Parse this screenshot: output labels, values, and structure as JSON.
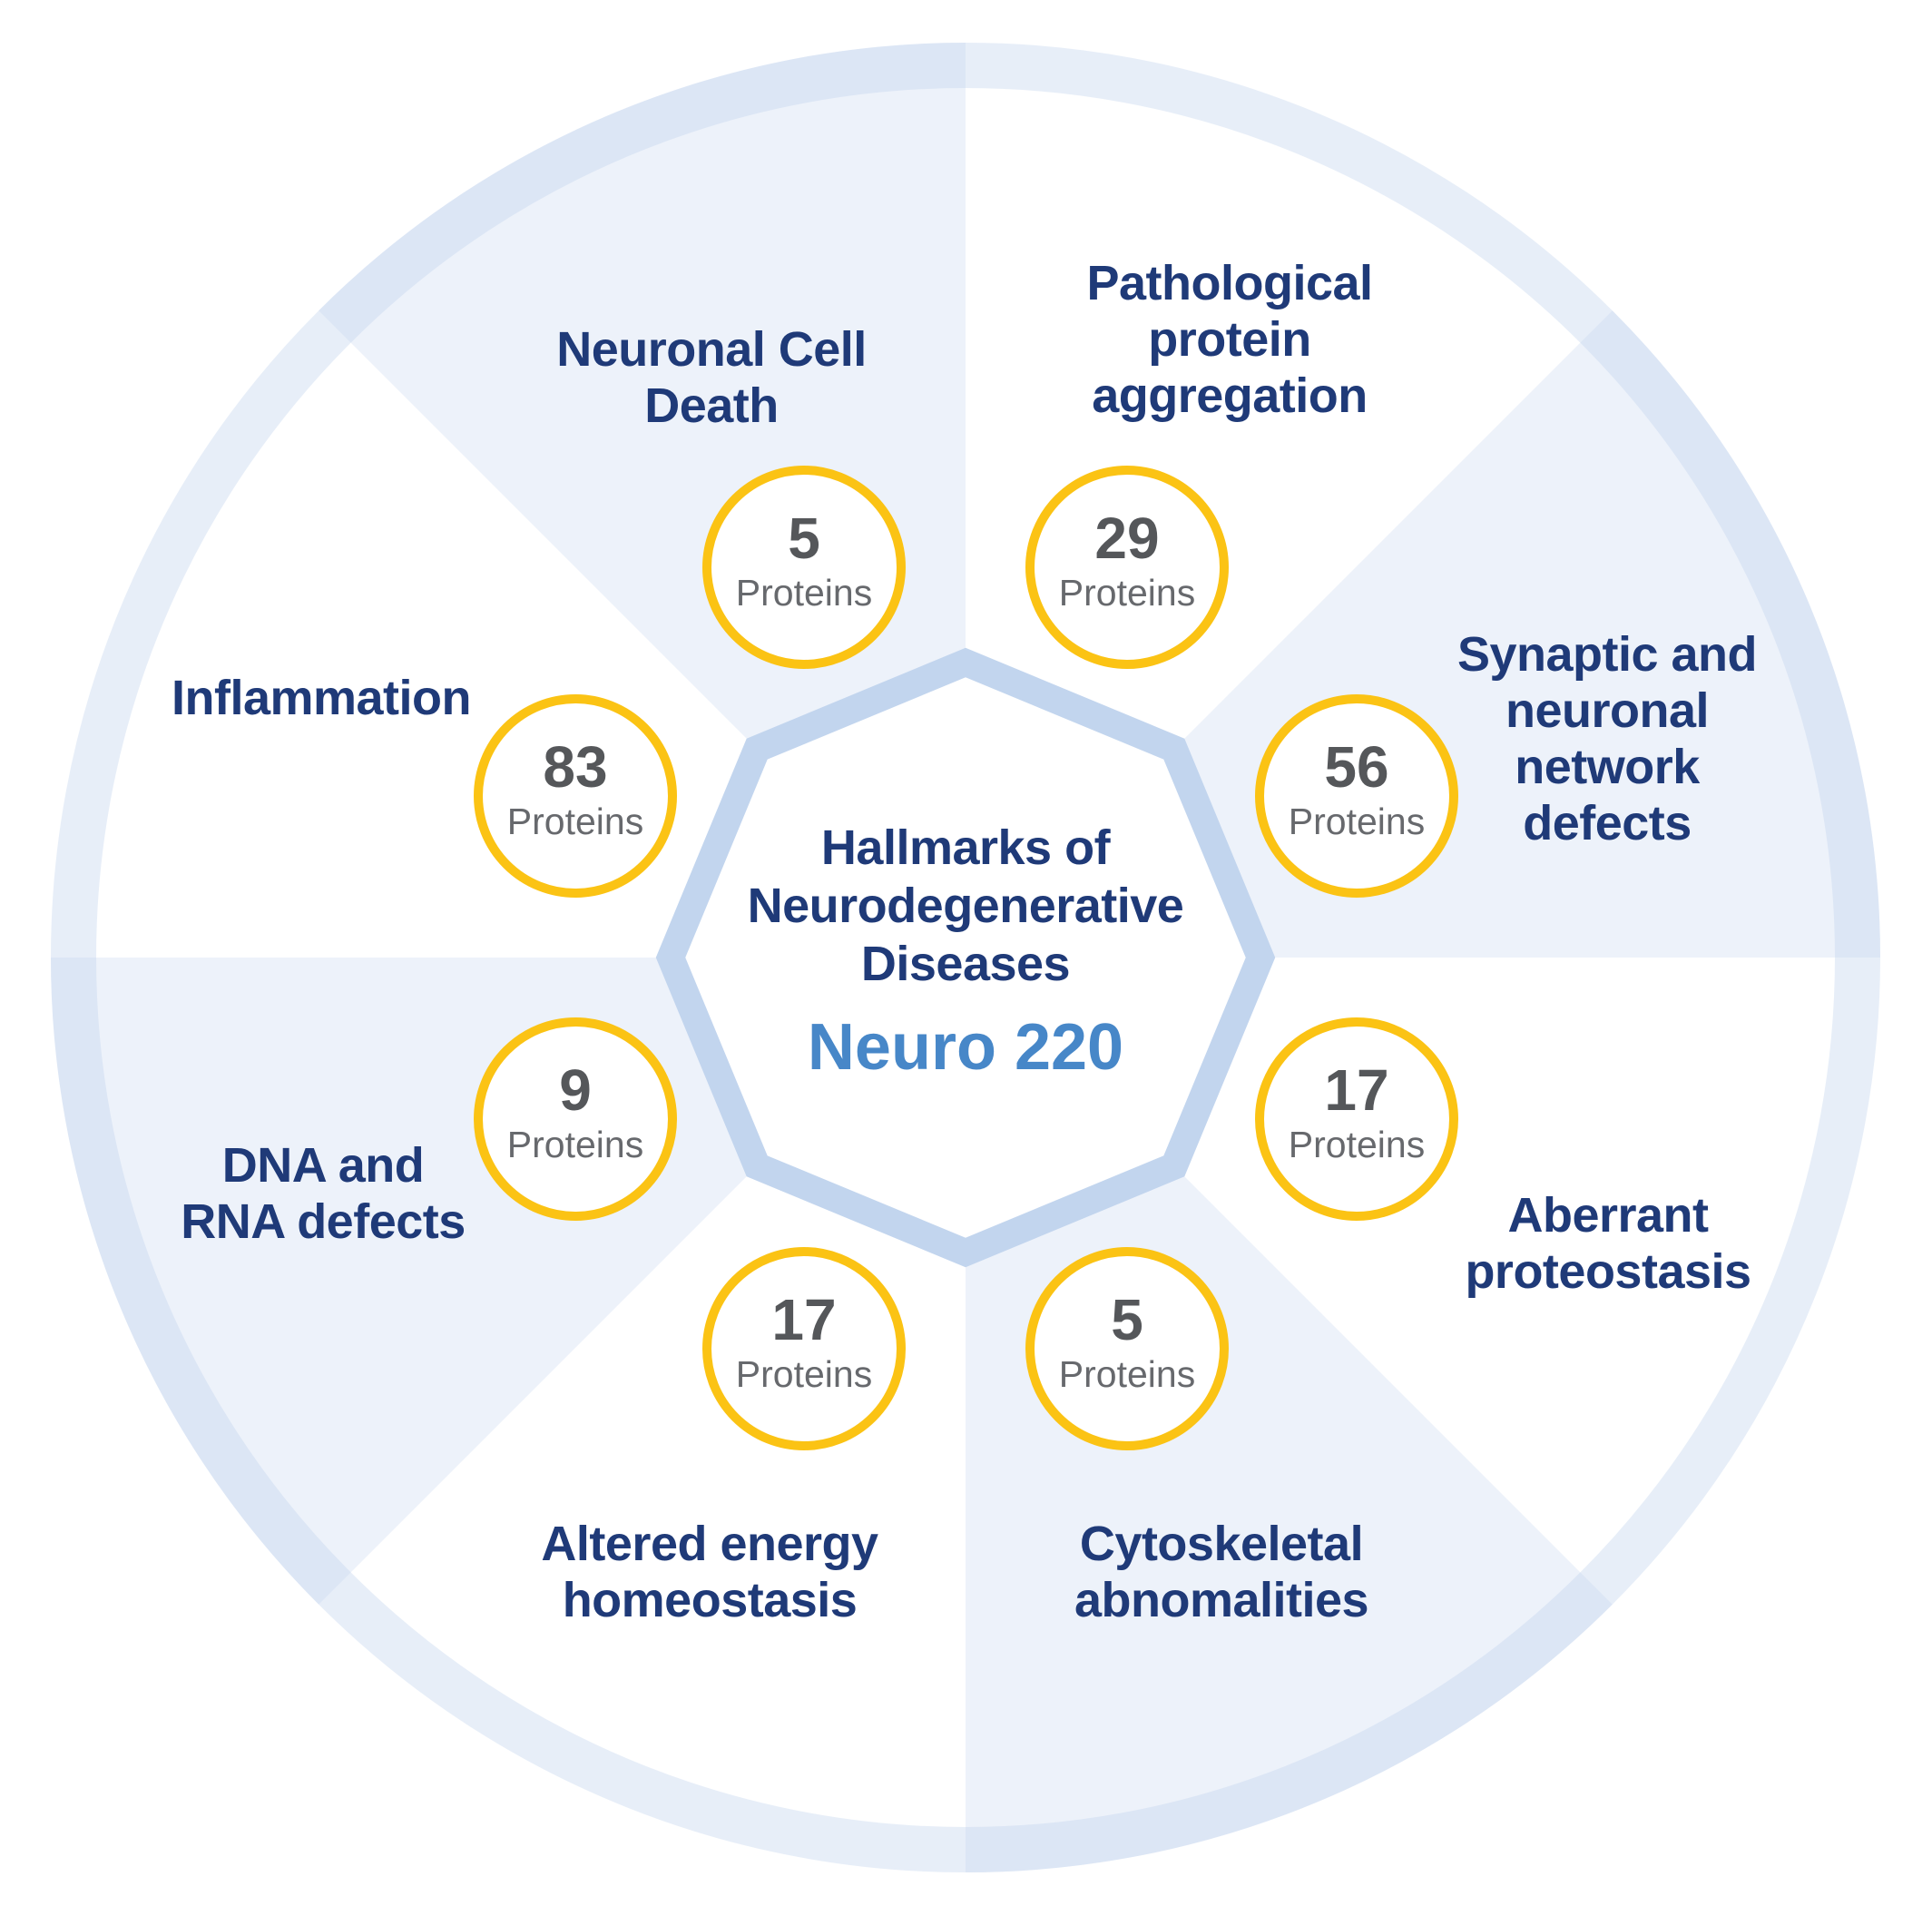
{
  "diagram": {
    "type": "wheel-infographic",
    "center": {
      "title_lines": [
        "Hallmarks of",
        "Neurodegenerative",
        "Diseases"
      ],
      "subtitle": "Neuro 220"
    },
    "hallmarks": [
      {
        "name": "Pathological protein aggregation",
        "label_lines": [
          "Pathological",
          "protein",
          "aggregation"
        ],
        "count": 29,
        "unit": "Proteins"
      },
      {
        "name": "Synaptic and neuronal network defects",
        "label_lines": [
          "Synaptic and",
          "neuronal",
          "network",
          "defects"
        ],
        "count": 56,
        "unit": "Proteins"
      },
      {
        "name": "Aberrant proteostasis",
        "label_lines": [
          "Aberrant",
          "proteostasis"
        ],
        "count": 17,
        "unit": "Proteins"
      },
      {
        "name": "Cytoskeletal abnomalities",
        "label_lines": [
          "Cytoskeletal",
          "abnomalities"
        ],
        "count": 5,
        "unit": "Proteins"
      },
      {
        "name": "Altered energy homeostasis",
        "label_lines": [
          "Altered energy",
          "homeostasis"
        ],
        "count": 17,
        "unit": "Proteins"
      },
      {
        "name": "DNA and RNA defects",
        "label_lines": [
          "DNA and",
          "RNA defects"
        ],
        "count": 9,
        "unit": "Proteins"
      },
      {
        "name": "Inflammation",
        "label_lines": [
          "Inflammation"
        ],
        "count": 83,
        "unit": "Proteins"
      },
      {
        "name": "Neuronal Cell Death",
        "label_lines": [
          "Neuronal Cell",
          "Death"
        ],
        "count": 5,
        "unit": "Proteins"
      }
    ],
    "colors": {
      "label_navy": "#1F3A78",
      "subtitle_blue": "#4787C8",
      "badge_yellow": "#FBC314",
      "count_gray": "#55575A",
      "unit_gray": "#67696D",
      "wedge_light": "#EDF2FA",
      "wedge_white": "#FFFFFF",
      "ring_band": "#C3D5EE",
      "octagon_border": "#C2D5EE"
    }
  }
}
